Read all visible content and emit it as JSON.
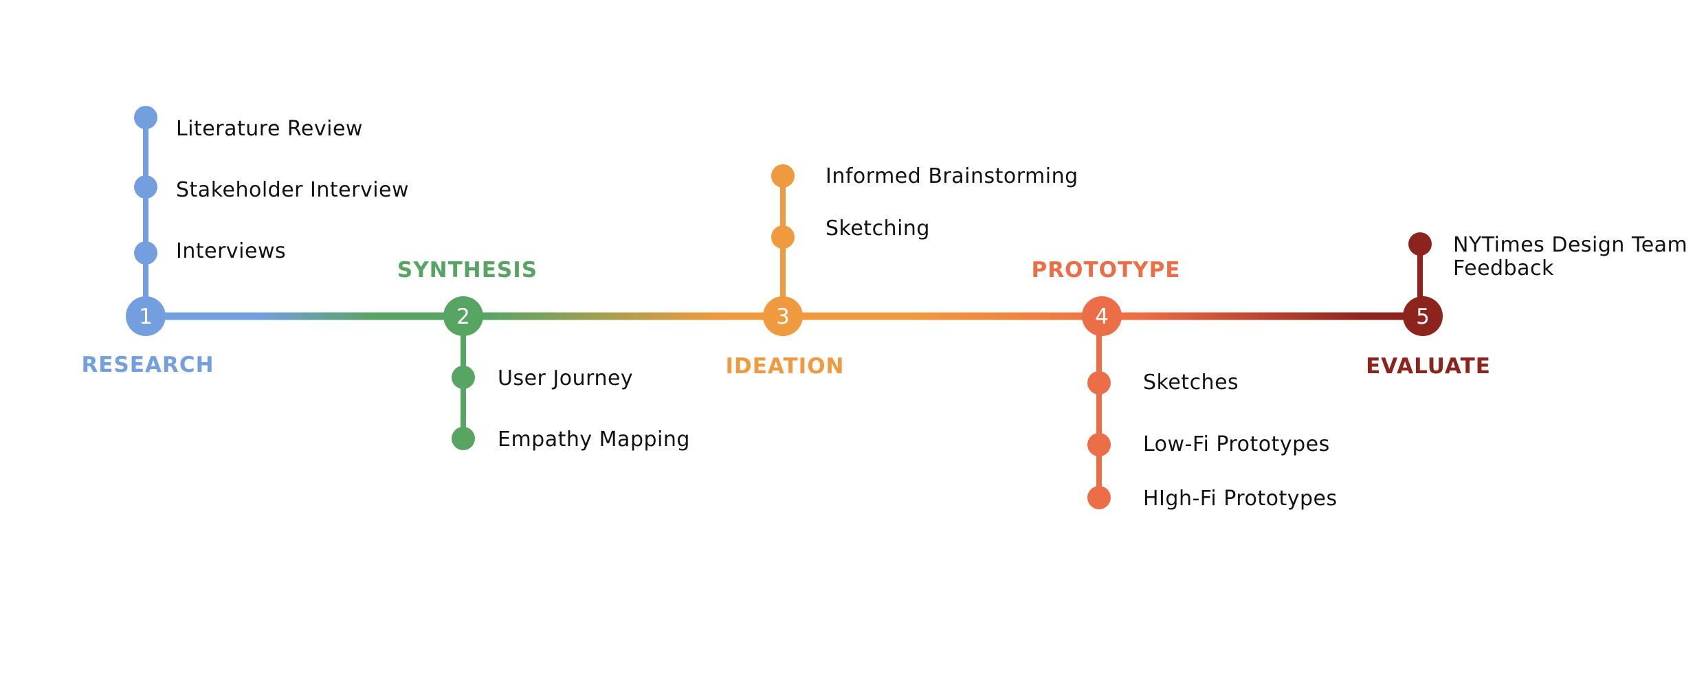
{
  "stages": [
    {
      "number": "1",
      "label": "RESEARCH",
      "color": "#739fdf",
      "items": [
        "Literature Review",
        "Stakeholder Interview",
        "Interviews"
      ]
    },
    {
      "number": "2",
      "label": "SYNTHESIS",
      "color": "#58a463",
      "items": [
        "User Journey",
        "Empathy Mapping"
      ]
    },
    {
      "number": "3",
      "label": "IDEATION",
      "color": "#ef9a3e",
      "items": [
        "Informed Brainstorming",
        "Sketching"
      ]
    },
    {
      "number": "4",
      "label": "PROTOTYPE",
      "color": "#ec6e46",
      "items": [
        "Sketches",
        "Low-Fi Prototypes",
        "HIgh-Fi Prototypes"
      ]
    },
    {
      "number": "5",
      "label": "EVALUATE",
      "color": "#8c231d",
      "items": [
        "NYTimes Design Team",
        "Feedback"
      ]
    }
  ]
}
